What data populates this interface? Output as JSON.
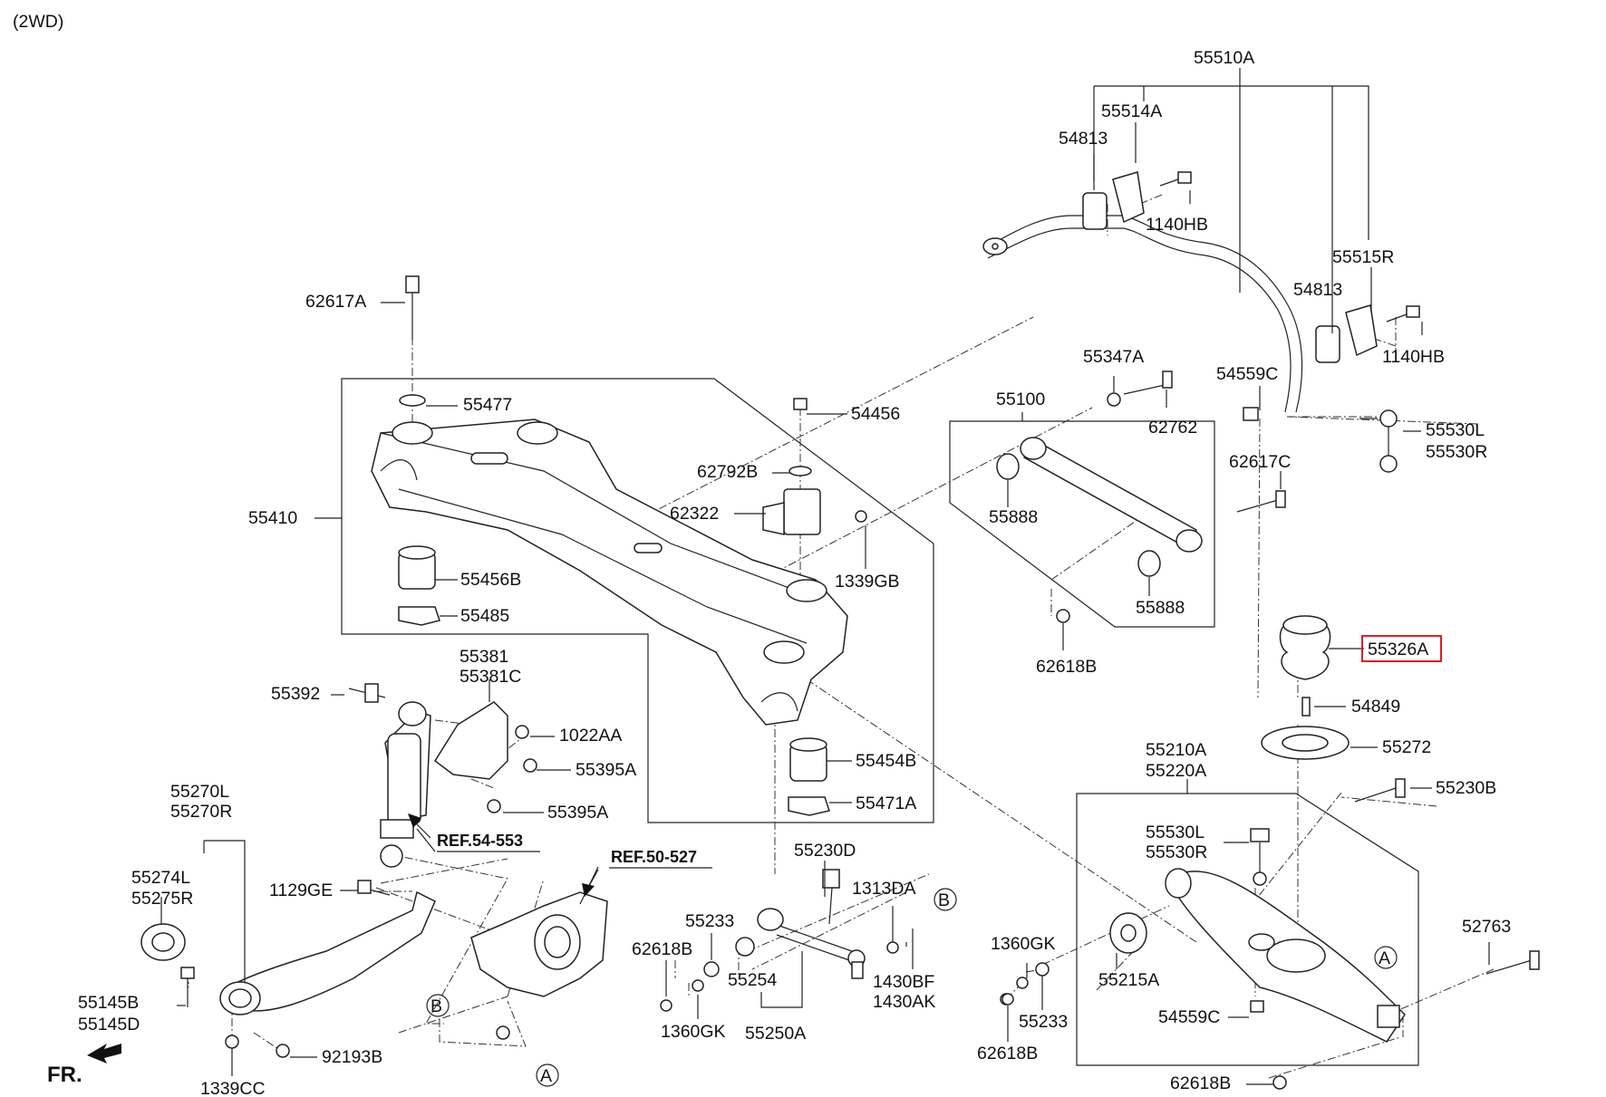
{
  "header": {
    "variant": "(2WD)"
  },
  "highlight_color": "#d91f26",
  "labels": {
    "p55510A": "55510A",
    "p55514A": "55514A",
    "p54813a": "54813",
    "p1140HBa": "1140HB",
    "p55515R": "55515R",
    "p54813b": "54813",
    "p1140HBb": "1140HB",
    "p54559Ca": "54559C",
    "p55530La": "55530L",
    "p55530Ra": "55530R",
    "p62617A": "62617A",
    "p55477": "55477",
    "p54456": "54456",
    "p62792B": "62792B",
    "p62322": "62322",
    "p1339GB": "1339GB",
    "p55410": "55410",
    "p55456B": "55456B",
    "p55485": "55485",
    "p55454B": "55454B",
    "p55471A": "55471A",
    "p55347A": "55347A",
    "p62762": "62762",
    "p55100": "55100",
    "p55888a": "55888",
    "p55888b": "55888",
    "p62617C": "62617C",
    "p62618Ba": "62618B",
    "p55326A": "55326A",
    "p54849": "54849",
    "p55272": "55272",
    "p55230B": "55230B",
    "p55210A": "55210A",
    "p55220A": "55220A",
    "p55530Lb": "55530L",
    "p55530Rb": "55530R",
    "p52763": "52763",
    "p1360GKa": "1360GK",
    "p55215A": "55215A",
    "p54559Cb": "54559C",
    "p55233a": "55233",
    "p62618Bb": "62618B",
    "p62618Bc": "62618B",
    "p55381": "55381",
    "p55381C": "55381C",
    "p55392": "55392",
    "p1022AA": "1022AA",
    "p55395Aa": "55395A",
    "p55395Ab": "55395A",
    "p55270L": "55270L",
    "p55270R": "55270R",
    "p55274L": "55274L",
    "p55275R": "55275R",
    "p1129GE": "1129GE",
    "p55145B": "55145B",
    "p55145D": "55145D",
    "p1339CC": "1339CC",
    "p92193B": "92193B",
    "p55230D": "55230D",
    "p1313DA": "1313DA",
    "p55233b": "55233",
    "p62618Bd": "62618B",
    "p55254": "55254",
    "p1360GKb": "1360GK",
    "p55250A": "55250A",
    "p1430BF": "1430BF",
    "p1430AK": "1430AK"
  },
  "refs": {
    "ref54": "REF.54-553",
    "ref50": "REF.50-527"
  },
  "callouts": {
    "A": "A",
    "B": "B"
  },
  "front_marker": "FR."
}
